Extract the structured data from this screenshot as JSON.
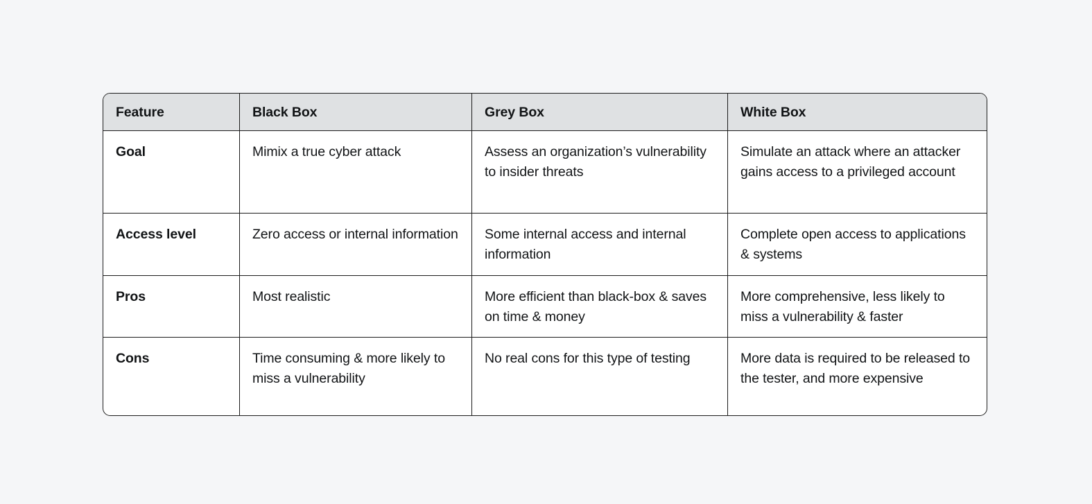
{
  "table": {
    "headers": [
      {
        "label": "Feature"
      },
      {
        "label": "Black Box"
      },
      {
        "label": "Grey Box"
      },
      {
        "label": "White Box"
      }
    ],
    "rows": [
      {
        "feature": "Goal",
        "black_box": "Mimix a true cyber attack",
        "grey_box": "Assess an organization’s vulnerability to insider threats",
        "white_box": "Simulate an attack where an attacker gains access to a privileged account"
      },
      {
        "feature": "Access level",
        "black_box": "Zero access or internal information",
        "grey_box": "Some internal access and internal information",
        "white_box": "Complete open access to applications & systems"
      },
      {
        "feature": "Pros",
        "black_box": "Most realistic",
        "grey_box": "More efficient than black-box & saves on time & money",
        "white_box": "More comprehensive, less likely to miss a vulnerability & faster"
      },
      {
        "feature": "Cons",
        "black_box": "Time consuming & more likely to miss a vulnerability",
        "grey_box": "No real cons for this type of testing",
        "white_box": "More data is required to be released to the tester, and more expensive"
      }
    ]
  },
  "colors": {
    "page_background": "#f5f6f8",
    "table_background": "#ffffff",
    "header_background": "#dfe1e3",
    "border": "#1b1b1b",
    "text": "#111315"
  }
}
